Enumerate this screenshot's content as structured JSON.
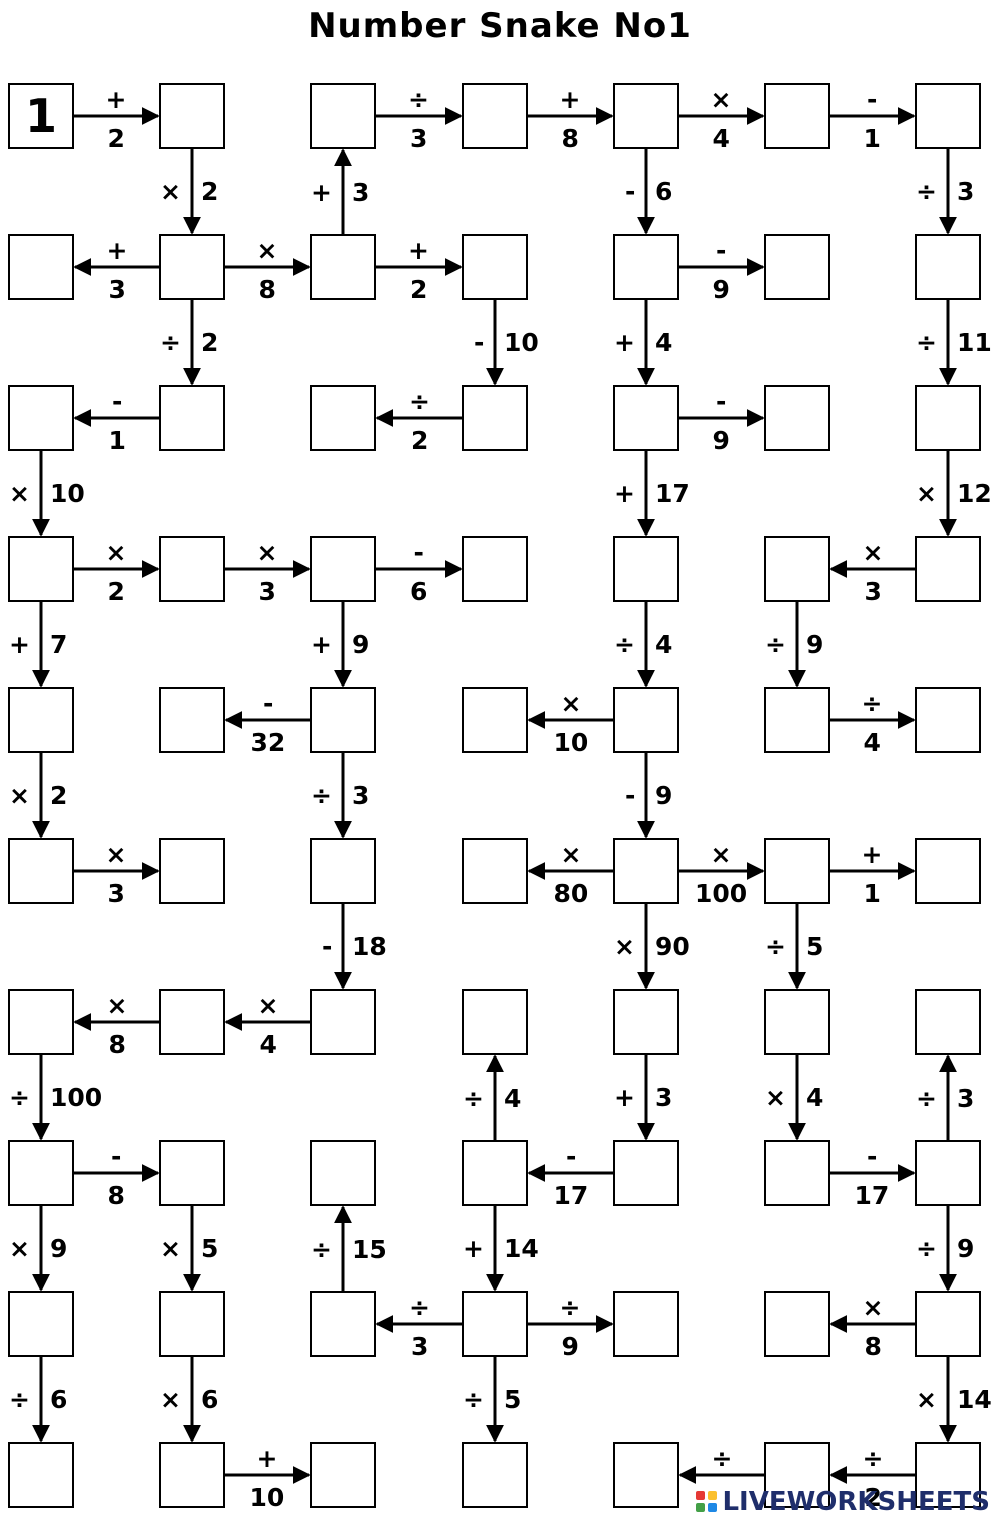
{
  "title": "Number Snake No1",
  "start_value": "1",
  "watermark": "LIVEWORKSHEETS",
  "colors": {
    "ink": "#000000",
    "box_bg": "#ffffff",
    "watermark": "#1f2e6b"
  },
  "boxes": [
    "r0c0",
    "r0c1",
    "r0c2",
    "r0c3",
    "r0c4",
    "r0c5",
    "r0c6",
    "r1c0",
    "r1c1",
    "r1c2",
    "r1c3",
    "r1c4",
    "r1c5",
    "r1c6",
    "r2c0",
    "r2c1",
    "r2c2",
    "r2c3",
    "r2c4",
    "r2c5",
    "r2c6",
    "r3c0",
    "r3c1",
    "r3c2",
    "r3c3",
    "r3c4",
    "r3c5",
    "r3c6",
    "r4c0",
    "r4c1",
    "r4c2",
    "r4c3",
    "r4c4",
    "r4c5",
    "r4c6",
    "r5c0",
    "r5c1",
    "r5c2",
    "r5c3",
    "r5c4",
    "r5c5",
    "r5c6",
    "r6c0",
    "r6c1",
    "r6c2",
    "r6c3",
    "r6c4",
    "r6c5",
    "r6c6",
    "r7c0",
    "r7c1",
    "r7c2",
    "r7c3",
    "r7c4",
    "r7c5",
    "r7c6",
    "r8c0",
    "r8c1",
    "r8c2",
    "r8c3",
    "r8c4",
    "r8c5",
    "r8c6",
    "r9c0",
    "r9c1",
    "r9c2",
    "r9c3",
    "r9c4",
    "r9c5",
    "r9c6"
  ],
  "operations": [
    {
      "from": "r0c0",
      "to": "r0c1",
      "op": "+",
      "num": "2"
    },
    {
      "from": "r0c2",
      "to": "r0c3",
      "op": "÷",
      "num": "3"
    },
    {
      "from": "r0c3",
      "to": "r0c4",
      "op": "+",
      "num": "8"
    },
    {
      "from": "r0c4",
      "to": "r0c5",
      "op": "×",
      "num": "4"
    },
    {
      "from": "r0c5",
      "to": "r0c6",
      "op": "-",
      "num": "1"
    },
    {
      "from": "r0c1",
      "to": "r1c1",
      "op": "×",
      "num": "2"
    },
    {
      "from": "r1c2",
      "to": "r0c2",
      "op": "+",
      "num": "3"
    },
    {
      "from": "r0c4",
      "to": "r1c4",
      "op": "-",
      "num": "6"
    },
    {
      "from": "r0c6",
      "to": "r1c6",
      "op": "÷",
      "num": "3"
    },
    {
      "from": "r1c1",
      "to": "r1c0",
      "op": "+",
      "num": "3"
    },
    {
      "from": "r1c1",
      "to": "r1c2",
      "op": "×",
      "num": "8"
    },
    {
      "from": "r1c2",
      "to": "r1c3",
      "op": "+",
      "num": "2"
    },
    {
      "from": "r1c4",
      "to": "r1c5",
      "op": "-",
      "num": "9"
    },
    {
      "from": "r1c1",
      "to": "r2c1",
      "op": "÷",
      "num": "2"
    },
    {
      "from": "r1c3",
      "to": "r2c3",
      "op": "-",
      "num": "10"
    },
    {
      "from": "r1c4",
      "to": "r2c4",
      "op": "+",
      "num": "4"
    },
    {
      "from": "r1c6",
      "to": "r2c6",
      "op": "÷",
      "num": "11"
    },
    {
      "from": "r2c1",
      "to": "r2c0",
      "op": "-",
      "num": "1"
    },
    {
      "from": "r2c3",
      "to": "r2c2",
      "op": "÷",
      "num": "2"
    },
    {
      "from": "r2c4",
      "to": "r2c5",
      "op": "-",
      "num": "9"
    },
    {
      "from": "r2c0",
      "to": "r3c0",
      "op": "×",
      "num": "10"
    },
    {
      "from": "r2c4",
      "to": "r3c4",
      "op": "+",
      "num": "17"
    },
    {
      "from": "r2c6",
      "to": "r3c6",
      "op": "×",
      "num": "12"
    },
    {
      "from": "r3c0",
      "to": "r3c1",
      "op": "×",
      "num": "2"
    },
    {
      "from": "r3c1",
      "to": "r3c2",
      "op": "×",
      "num": "3"
    },
    {
      "from": "r3c2",
      "to": "r3c3",
      "op": "-",
      "num": "6"
    },
    {
      "from": "r3c6",
      "to": "r3c5",
      "op": "×",
      "num": "3"
    },
    {
      "from": "r3c0",
      "to": "r4c0",
      "op": "+",
      "num": "7"
    },
    {
      "from": "r3c2",
      "to": "r4c2",
      "op": "+",
      "num": "9"
    },
    {
      "from": "r3c4",
      "to": "r4c4",
      "op": "÷",
      "num": "4"
    },
    {
      "from": "r3c5",
      "to": "r4c5",
      "op": "÷",
      "num": "9"
    },
    {
      "from": "r4c2",
      "to": "r4c1",
      "op": "-",
      "num": "32"
    },
    {
      "from": "r4c4",
      "to": "r4c3",
      "op": "×",
      "num": "10"
    },
    {
      "from": "r4c5",
      "to": "r4c6",
      "op": "÷",
      "num": "4"
    },
    {
      "from": "r4c0",
      "to": "r5c0",
      "op": "×",
      "num": "2"
    },
    {
      "from": "r4c2",
      "to": "r5c2",
      "op": "÷",
      "num": "3"
    },
    {
      "from": "r4c4",
      "to": "r5c4",
      "op": "-",
      "num": "9"
    },
    {
      "from": "r5c0",
      "to": "r5c1",
      "op": "×",
      "num": "3"
    },
    {
      "from": "r5c4",
      "to": "r5c3",
      "op": "×",
      "num": "80"
    },
    {
      "from": "r5c4",
      "to": "r5c5",
      "op": "×",
      "num": "100"
    },
    {
      "from": "r5c5",
      "to": "r5c6",
      "op": "+",
      "num": "1"
    },
    {
      "from": "r5c2",
      "to": "r6c2",
      "op": "-",
      "num": "18"
    },
    {
      "from": "r5c4",
      "to": "r6c4",
      "op": "×",
      "num": "90"
    },
    {
      "from": "r5c5",
      "to": "r6c5",
      "op": "÷",
      "num": "5"
    },
    {
      "from": "r6c2",
      "to": "r6c1",
      "op": "×",
      "num": "4"
    },
    {
      "from": "r6c1",
      "to": "r6c0",
      "op": "×",
      "num": "8"
    },
    {
      "from": "r6c0",
      "to": "r7c0",
      "op": "÷",
      "num": "100"
    },
    {
      "from": "r7c3",
      "to": "r6c3",
      "op": "÷",
      "num": "4"
    },
    {
      "from": "r6c4",
      "to": "r7c4",
      "op": "+",
      "num": "3"
    },
    {
      "from": "r6c5",
      "to": "r7c5",
      "op": "×",
      "num": "4"
    },
    {
      "from": "r7c6",
      "to": "r6c6",
      "op": "÷",
      "num": "3"
    },
    {
      "from": "r7c0",
      "to": "r7c1",
      "op": "-",
      "num": "8"
    },
    {
      "from": "r7c4",
      "to": "r7c3",
      "op": "-",
      "num": "17"
    },
    {
      "from": "r7c5",
      "to": "r7c6",
      "op": "-",
      "num": "17"
    },
    {
      "from": "r7c0",
      "to": "r8c0",
      "op": "×",
      "num": "9"
    },
    {
      "from": "r7c1",
      "to": "r8c1",
      "op": "×",
      "num": "5"
    },
    {
      "from": "r8c2",
      "to": "r7c2",
      "op": "÷",
      "num": "15"
    },
    {
      "from": "r7c3",
      "to": "r8c3",
      "op": "+",
      "num": "14"
    },
    {
      "from": "r7c6",
      "to": "r8c6",
      "op": "÷",
      "num": "9"
    },
    {
      "from": "r8c3",
      "to": "r8c2",
      "op": "÷",
      "num": "3"
    },
    {
      "from": "r8c3",
      "to": "r8c4",
      "op": "÷",
      "num": "9"
    },
    {
      "from": "r8c6",
      "to": "r8c5",
      "op": "×",
      "num": "8"
    },
    {
      "from": "r8c0",
      "to": "r9c0",
      "op": "÷",
      "num": "6"
    },
    {
      "from": "r8c1",
      "to": "r9c1",
      "op": "×",
      "num": "6"
    },
    {
      "from": "r8c3",
      "to": "r9c3",
      "op": "÷",
      "num": "5"
    },
    {
      "from": "r8c6",
      "to": "r9c6",
      "op": "×",
      "num": "14"
    },
    {
      "from": "r9c1",
      "to": "r9c2",
      "op": "+",
      "num": "10"
    },
    {
      "from": "r9c6",
      "to": "r9c5",
      "op": "÷",
      "num": "2"
    },
    {
      "from": "r9c5",
      "to": "r9c4",
      "op": "÷",
      "num": ""
    }
  ]
}
